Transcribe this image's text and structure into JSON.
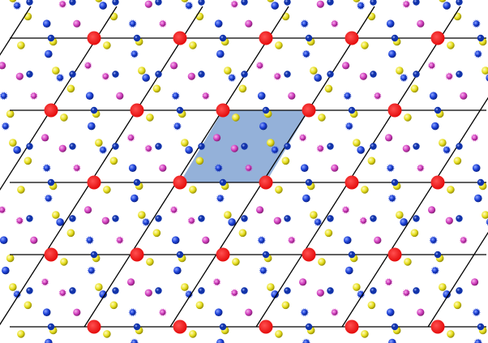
{
  "colors": {
    "background": "#ffffff",
    "lattice_line": "#000000",
    "unit_cell_fill": "#5b87c4",
    "lattice_point": "#ee1111",
    "edge_atom": "#1133aa",
    "atom_blue": "#1a3fd6",
    "atom_magenta": "#d23fbf",
    "atom_yellow": "#e8e020"
  },
  "atom_kinds": [
    "lattice-point",
    "edge-atom",
    "blue-atom",
    "magenta-atom",
    "yellow-atom"
  ]
}
